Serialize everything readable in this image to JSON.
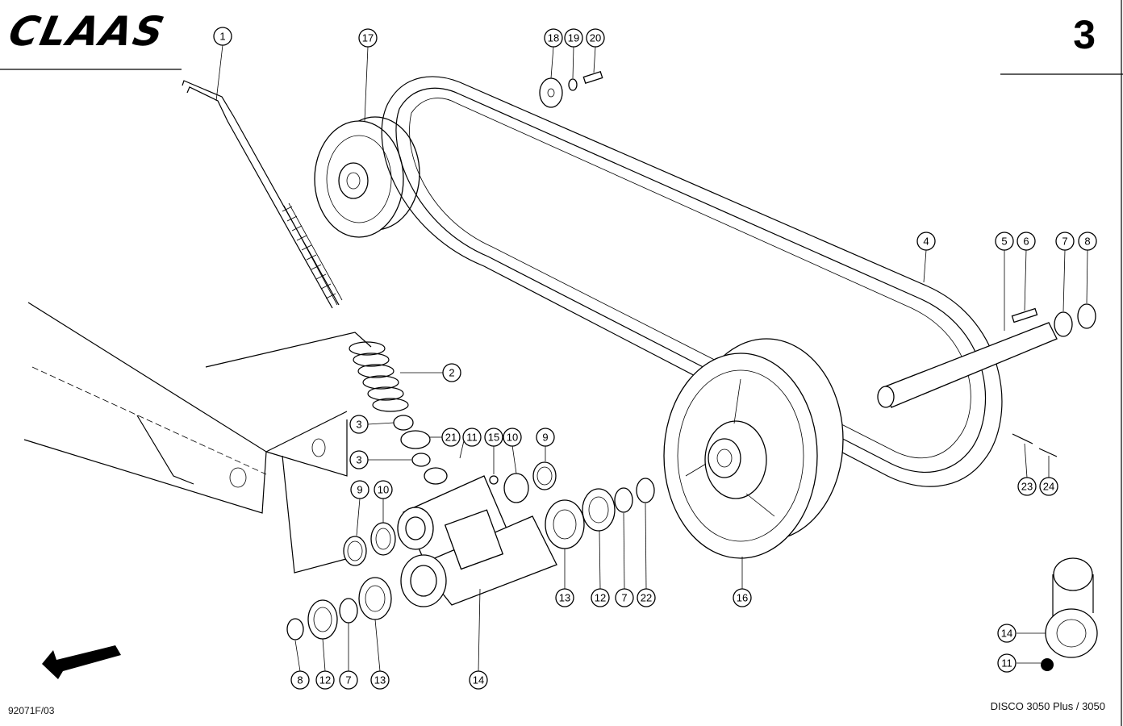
{
  "header": {
    "logo_text": "CLAAS",
    "page_number": "3"
  },
  "footer": {
    "drawing_code": "92071F/03",
    "model": "DISCO 3050 Plus / 3050"
  },
  "callouts": [
    {
      "id": "c1",
      "label": "1"
    },
    {
      "id": "c17",
      "label": "17"
    },
    {
      "id": "c18",
      "label": "18"
    },
    {
      "id": "c19",
      "label": "19"
    },
    {
      "id": "c20",
      "label": "20"
    },
    {
      "id": "c4",
      "label": "4"
    },
    {
      "id": "c5",
      "label": "5"
    },
    {
      "id": "c6",
      "label": "6"
    },
    {
      "id": "c7a",
      "label": "7"
    },
    {
      "id": "c8a",
      "label": "8"
    },
    {
      "id": "c2",
      "label": "2"
    },
    {
      "id": "c3a",
      "label": "3"
    },
    {
      "id": "c21",
      "label": "21"
    },
    {
      "id": "c11a",
      "label": "11"
    },
    {
      "id": "c15",
      "label": "15"
    },
    {
      "id": "c10a",
      "label": "10"
    },
    {
      "id": "c9a",
      "label": "9"
    },
    {
      "id": "c3b",
      "label": "3"
    },
    {
      "id": "c9b",
      "label": "9"
    },
    {
      "id": "c10b",
      "label": "10"
    },
    {
      "id": "c23",
      "label": "23"
    },
    {
      "id": "c24",
      "label": "24"
    },
    {
      "id": "c13a",
      "label": "13"
    },
    {
      "id": "c12a",
      "label": "12"
    },
    {
      "id": "c7b",
      "label": "7"
    },
    {
      "id": "c22",
      "label": "22"
    },
    {
      "id": "c16",
      "label": "16"
    },
    {
      "id": "c8b",
      "label": "8"
    },
    {
      "id": "c12b",
      "label": "12"
    },
    {
      "id": "c7c",
      "label": "7"
    },
    {
      "id": "c13b",
      "label": "13"
    },
    {
      "id": "c14a",
      "label": "14"
    },
    {
      "id": "c14b",
      "label": "14"
    },
    {
      "id": "c11b",
      "label": "11"
    }
  ]
}
